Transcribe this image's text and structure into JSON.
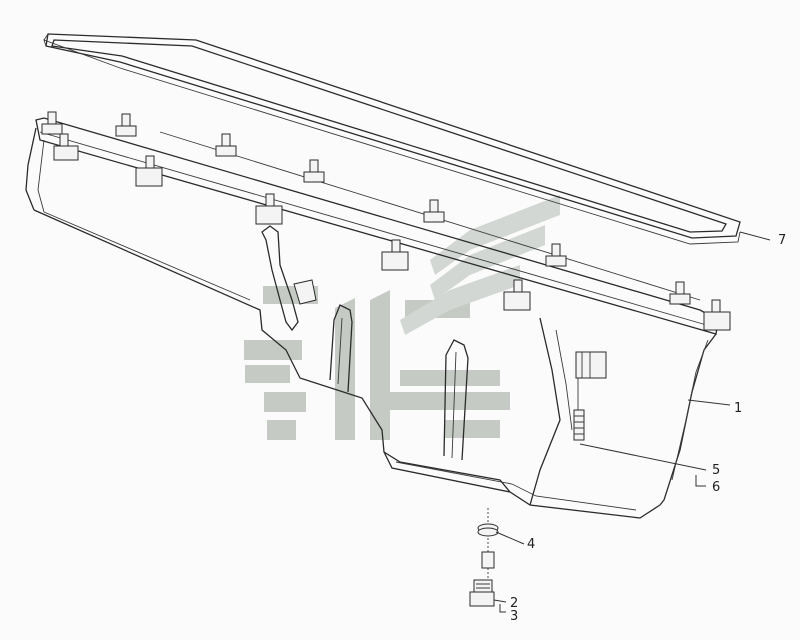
{
  "callouts": [
    {
      "id": "1",
      "label": "1"
    },
    {
      "id": "2",
      "label": "2"
    },
    {
      "id": "3",
      "label": "3"
    },
    {
      "id": "4",
      "label": "4"
    },
    {
      "id": "5",
      "label": "5"
    },
    {
      "id": "6",
      "label": "6"
    },
    {
      "id": "7",
      "label": "7"
    }
  ],
  "colors": {
    "line": "#2b2b2b",
    "watermark": "#8f9a8f"
  }
}
